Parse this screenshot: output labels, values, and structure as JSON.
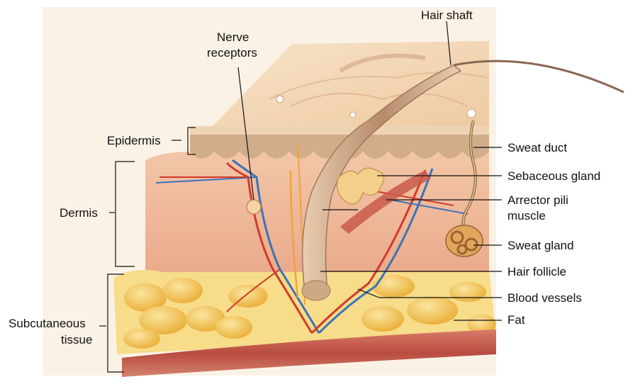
{
  "labels": {
    "hair_shaft": "Hair shaft",
    "nerve_receptors": [
      "Nerve",
      "receptors"
    ],
    "epidermis": "Epidermis",
    "dermis": "Dermis",
    "subcutaneous_tissue": [
      "Subcutaneous",
      "tissue"
    ],
    "sweat_duct": "Sweat duct",
    "sebaceous_gland": "Sebaceous gland",
    "arrector_pili_muscle": [
      "Arrector pili",
      "muscle"
    ],
    "sweat_gland": "Sweat gland",
    "hair_follicle": "Hair follicle",
    "blood_vessels": "Blood vessels",
    "fat": "Fat"
  },
  "colors": {
    "skin_surface": "#f3d6b4",
    "epidermis_layer": "#c9a27e",
    "dermis": "#f0b89a",
    "fat_lobule": "#f2c24e",
    "fat_background": "#f7dc8a",
    "muscle_base": "#c0574a",
    "artery": "#d23a2a",
    "vein": "#3d73b8",
    "nerve": "#f0a33a",
    "hair": "#9b6a52"
  },
  "icons": [
    "skin-cross-section-illustration"
  ]
}
